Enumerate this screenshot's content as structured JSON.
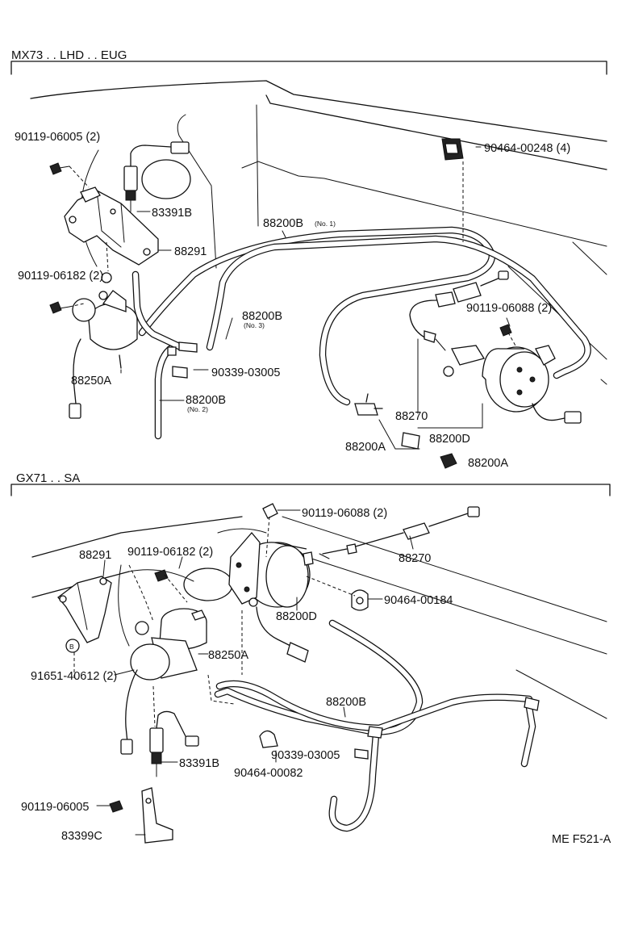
{
  "top_section": {
    "header": "MX73 . . LHD . . EUG",
    "labels": {
      "bolt_a": "90119-06005 (2)",
      "sensor": "83391B",
      "bracket": "88291",
      "bolt_b": "90119-06182 (2)",
      "valve": "88250A",
      "hose_main": "88200B",
      "hose_main_note": "(No. 1)",
      "hose_3": "88200B",
      "hose_3_note": "(No. 3)",
      "plug": "90339-03005",
      "hose_2": "88200B",
      "hose_2_note": "(No. 2)",
      "clip": "90464-00248 (4)",
      "bolt_c": "90119-06088 (2)",
      "cable": "88270",
      "actuator": "88200D",
      "union": "88200A",
      "union_b": "88200A"
    }
  },
  "bottom_section": {
    "header": "GX71 . . SA",
    "labels": {
      "bolt_a": "90119-06088 (2)",
      "cable": "88270",
      "bracket": "88291",
      "bolt_b": "90119-06182 (2)",
      "clip": "90464-00184",
      "actuator": "88200D",
      "grommet": "91651-40612 (2)",
      "valve": "88250A",
      "hose": "88200B",
      "plug": "90339-03005",
      "clip_b": "90464-00082",
      "sensor": "83391B",
      "bolt_c": "90119-06005",
      "bracket_b": "83399C"
    }
  },
  "footer": {
    "code": "ME F521-A"
  }
}
